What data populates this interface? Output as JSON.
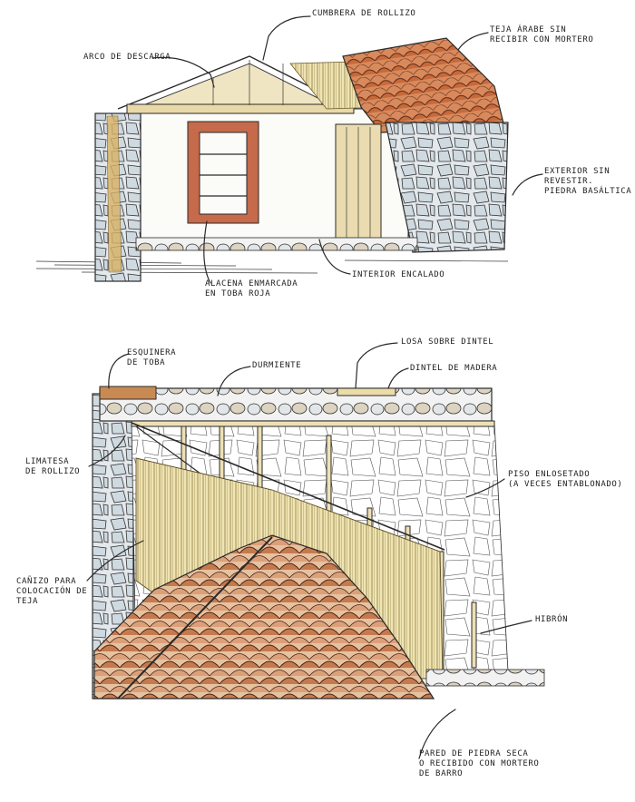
{
  "top_drawing": {
    "labels": {
      "cumbrera": [
        "Cumbrera de rollizo"
      ],
      "teja": [
        "Teja árabe sin",
        "recibir con mortero"
      ],
      "arco": [
        "Arco de descarga"
      ],
      "exterior": [
        "Exterior sin",
        "revestir.",
        "Piedra basáltica"
      ],
      "alacena": [
        "Alacena enmarcada",
        "en toba roja"
      ],
      "interior": [
        "Interior encalado"
      ]
    }
  },
  "bottom_drawing": {
    "labels": {
      "losa": [
        "Losa sobre dintel"
      ],
      "esquinera": [
        "Esquinera",
        "de toba"
      ],
      "durmiente": [
        "Durmiente"
      ],
      "dintel": [
        "Dintel de madera"
      ],
      "limatesa": [
        "Limatesa",
        "de rollizo"
      ],
      "piso": [
        "Piso enlosetado",
        "(a veces entablonado)"
      ],
      "canizo": [
        "Cañizo para",
        "colocación de",
        "teja"
      ],
      "hibron": [
        "Hibrón"
      ],
      "pared": [
        "Pared de piedra seca",
        "o recibido con mortero",
        "de barro"
      ]
    }
  },
  "colors": {
    "ink": "#2a2a2a",
    "stone_fill": "#dfe5ea",
    "wall_fill": "#fafaf8",
    "wood": "#e7d7a4",
    "tile": "#c8713f",
    "toba": "#c86a4b",
    "reed": "#e8dba0"
  }
}
